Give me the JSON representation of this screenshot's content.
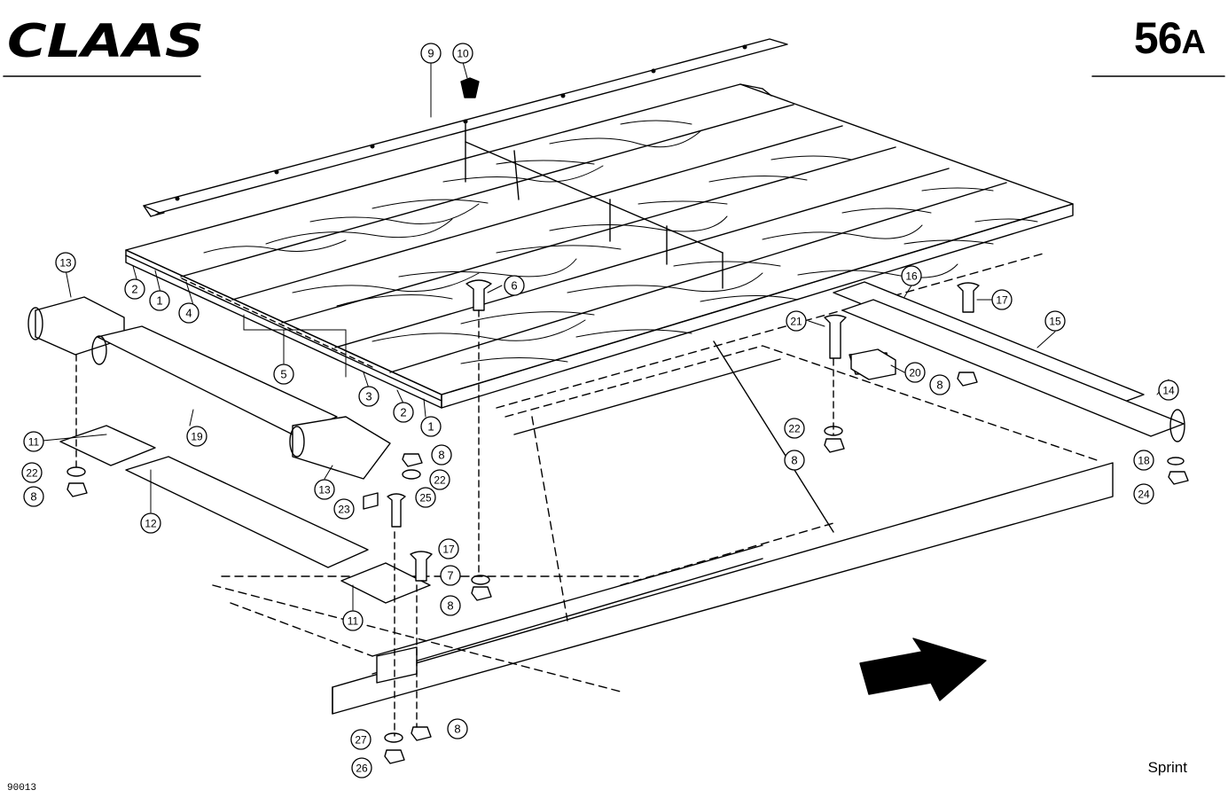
{
  "brand": "CLAAS",
  "page_number": "56",
  "page_suffix": "A",
  "model": "Sprint",
  "drawing_number": "90013",
  "colors": {
    "ink": "#000000",
    "paper": "#ffffff"
  },
  "callouts": [
    {
      "n": "1"
    },
    {
      "n": "1"
    },
    {
      "n": "2"
    },
    {
      "n": "2"
    },
    {
      "n": "3"
    },
    {
      "n": "4"
    },
    {
      "n": "5"
    },
    {
      "n": "6"
    },
    {
      "n": "7"
    },
    {
      "n": "8"
    },
    {
      "n": "8"
    },
    {
      "n": "8"
    },
    {
      "n": "8"
    },
    {
      "n": "8"
    },
    {
      "n": "8"
    },
    {
      "n": "9"
    },
    {
      "n": "10"
    },
    {
      "n": "11"
    },
    {
      "n": "11"
    },
    {
      "n": "12"
    },
    {
      "n": "13"
    },
    {
      "n": "13"
    },
    {
      "n": "14"
    },
    {
      "n": "15"
    },
    {
      "n": "16"
    },
    {
      "n": "17"
    },
    {
      "n": "17"
    },
    {
      "n": "18"
    },
    {
      "n": "19"
    },
    {
      "n": "20"
    },
    {
      "n": "21"
    },
    {
      "n": "22"
    },
    {
      "n": "22"
    },
    {
      "n": "22"
    },
    {
      "n": "23"
    },
    {
      "n": "24"
    },
    {
      "n": "25"
    },
    {
      "n": "26"
    },
    {
      "n": "27"
    }
  ]
}
